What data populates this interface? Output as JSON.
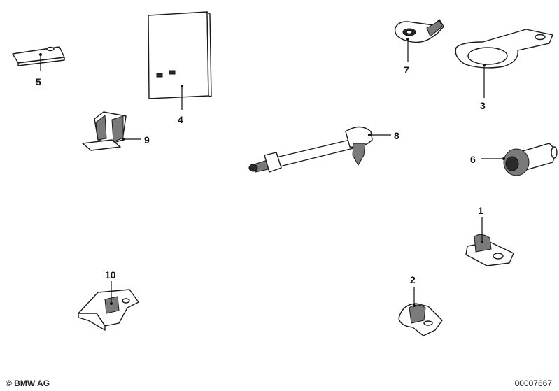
{
  "callouts": {
    "c1": "1",
    "c2": "2",
    "c3": "3",
    "c4": "4",
    "c5": "5",
    "c6": "6",
    "c7": "7",
    "c8": "8",
    "c9": "9",
    "c10": "10"
  },
  "footer": {
    "copyright": "© BMW AG",
    "diagram_number": "00007667"
  }
}
